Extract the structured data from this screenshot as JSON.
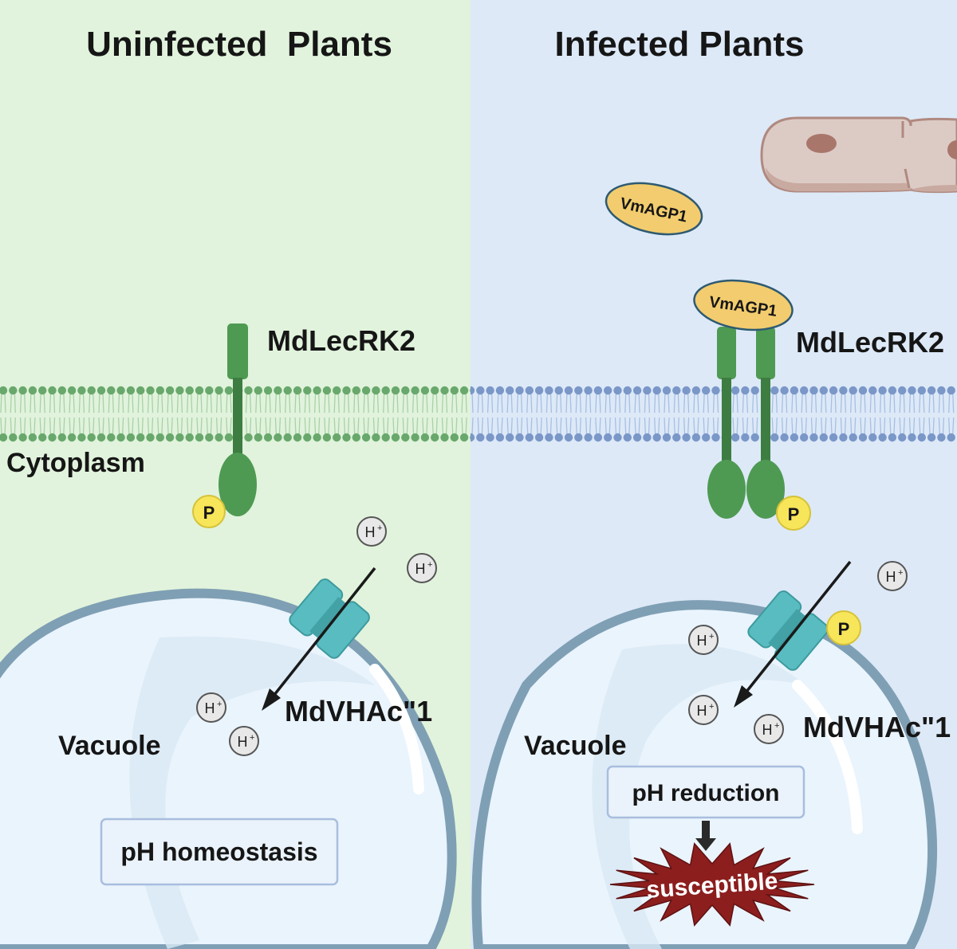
{
  "panels": {
    "left": {
      "title": "Uninfected  Plants",
      "bg": "#e1f3dc",
      "membrane_color": "#69a86c"
    },
    "right": {
      "title": "Infected Plants",
      "bg": "#dde9f7",
      "membrane_color": "#7a97c8"
    }
  },
  "labels": {
    "receptor_left": "MdLecRK2",
    "receptor_right": "MdLecRK2",
    "cytoplasm": "Cytoplasm",
    "pump_left": "MdVHAc\"1",
    "pump_right": "MdVHAc\"1",
    "vacuole_left": "Vacuole",
    "vacuole_right": "Vacuole",
    "effector_free": "VmAGP1",
    "effector_bound": "VmAGP1",
    "phospho": "P",
    "proton": "H",
    "proton_sup": "+"
  },
  "outcomes": {
    "left_box": "pH homeostasis",
    "right_box": "pH reduction",
    "right_result": "susceptible"
  },
  "colors": {
    "receptor": "#4e9a52",
    "receptor_dark": "#3d7d42",
    "phospho": "#f7e55a",
    "pump": "#58bcc0",
    "vacuole_fill": "#eaf4fd",
    "vacuole_border": "#7f9fb4",
    "effector": "#f2cc6e",
    "effector_border": "#2e5a72",
    "fungus": "#dccbc4",
    "star": "#8c1e1e"
  }
}
